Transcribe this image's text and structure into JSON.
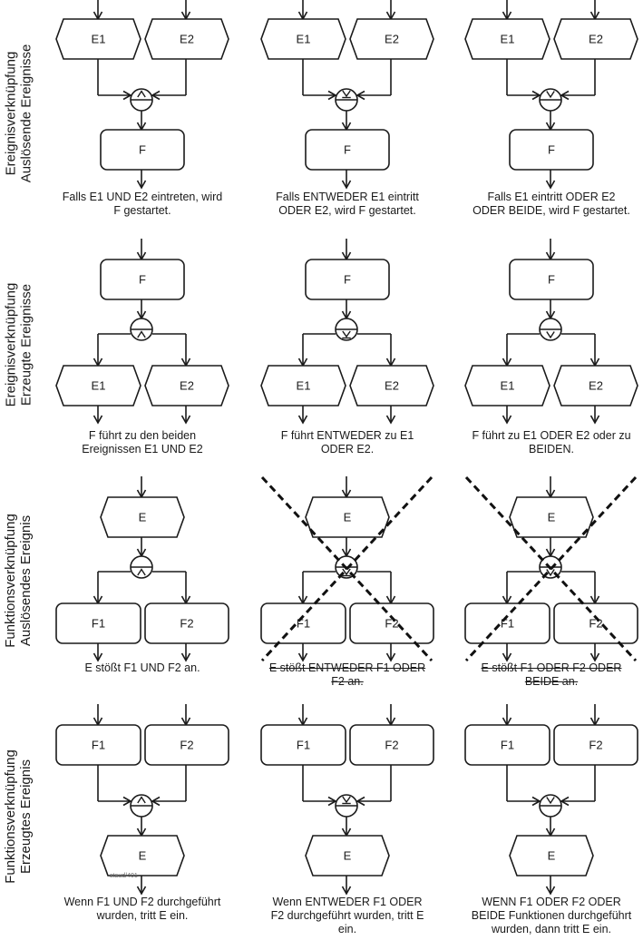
{
  "diagram": {
    "title": "EPK Verknüpfungsregeln",
    "watermark": "staud/401",
    "colors": {
      "stroke": "#1a1a1a",
      "fill": "#ffffff",
      "cross": "#111111"
    },
    "rows": [
      {
        "id": "row1",
        "label_line1": "Ereignisverknüpfung",
        "label_line2": "Auslösende Ereignisse",
        "cells": [
          {
            "type": "join",
            "top": [
              "E1",
              "E2"
            ],
            "top_shape": "event",
            "bottom": "F",
            "bottom_shape": "function",
            "operator": "AND",
            "operator_symbol": "^",
            "caption": "Falls E1 UND E2 eintreten, wird F gestartet.",
            "caption_line1": "Falls E1 UND E2 eintreten, wird",
            "caption_line2": "F gestartet.",
            "caption_line3": "",
            "crossed": false
          },
          {
            "type": "join",
            "top": [
              "E1",
              "E2"
            ],
            "top_shape": "event",
            "bottom": "F",
            "bottom_shape": "function",
            "operator": "XOR",
            "operator_symbol": "⊻",
            "caption_line1": "Falls ENTWEDER E1 eintritt",
            "caption_line2": "ODER E2, wird F gestartet.",
            "caption_line3": "",
            "crossed": false
          },
          {
            "type": "join",
            "top": [
              "E1",
              "E2"
            ],
            "top_shape": "event",
            "bottom": "F",
            "bottom_shape": "function",
            "operator": "OR",
            "operator_symbol": "v",
            "caption_line1": "Falls E1 eintritt ODER E2",
            "caption_line2": "ODER BEIDE, wird F gestartet.",
            "caption_line3": "",
            "crossed": false
          }
        ]
      },
      {
        "id": "row2",
        "label_line1": "Ereignisverknüpfung",
        "label_line2": "Erzeugte Ereignisse",
        "cells": [
          {
            "type": "split",
            "top": "F",
            "top_shape": "function",
            "bottom": [
              "E1",
              "E2"
            ],
            "bottom_shape": "event",
            "operator": "AND",
            "operator_symbol": "^",
            "caption_line1": "F führt zu den beiden",
            "caption_line2": "Ereignissen E1 UND E2",
            "caption_line3": "",
            "crossed": false
          },
          {
            "type": "split",
            "top": "F",
            "top_shape": "function",
            "bottom": [
              "E1",
              "E2"
            ],
            "bottom_shape": "event",
            "operator": "XOR",
            "operator_symbol": "⊻",
            "caption_line1": "F führt ENTWEDER zu E1",
            "caption_line2": "ODER E2.",
            "caption_line3": "",
            "crossed": false
          },
          {
            "type": "split",
            "top": "F",
            "top_shape": "function",
            "bottom": [
              "E1",
              "E2"
            ],
            "bottom_shape": "event",
            "operator": "OR",
            "operator_symbol": "v",
            "caption_line1": "F führt zu E1 ODER E2 oder zu",
            "caption_line2": "BEIDEN.",
            "caption_line3": "",
            "crossed": false
          }
        ]
      },
      {
        "id": "row3",
        "label_line1": "Funktionsverknüpfung",
        "label_line2": "Auslösendes Ereignis",
        "cells": [
          {
            "type": "split",
            "top": "E",
            "top_shape": "event",
            "bottom": [
              "F1",
              "F2"
            ],
            "bottom_shape": "function",
            "operator": "AND",
            "operator_symbol": "^",
            "caption_line1": "E stößt F1 UND F2 an.",
            "caption_line2": "",
            "caption_line3": "",
            "crossed": false
          },
          {
            "type": "split",
            "top": "E",
            "top_shape": "event",
            "bottom": [
              "F1",
              "F2"
            ],
            "bottom_shape": "function",
            "operator": "XOR",
            "operator_symbol": "⊻",
            "caption_line1": "E stößt ENTWEDER F1 ODER",
            "caption_line2": "F2 an.",
            "caption_line3": "",
            "crossed": true
          },
          {
            "type": "split",
            "top": "E",
            "top_shape": "event",
            "bottom": [
              "F1",
              "F2"
            ],
            "bottom_shape": "function",
            "operator": "OR",
            "operator_symbol": "v",
            "caption_line1": "E stößt F1 ODER F2 ODER",
            "caption_line2": "BEIDE an.",
            "caption_line3": "",
            "crossed": true
          }
        ]
      },
      {
        "id": "row4",
        "label_line1": "Funktionsverknüpfung",
        "label_line2": "Erzeugtes Ereignis",
        "cells": [
          {
            "type": "join",
            "top": [
              "F1",
              "F2"
            ],
            "top_shape": "function",
            "bottom": "E",
            "bottom_shape": "event",
            "operator": "AND",
            "operator_symbol": "^",
            "caption_line1": "Wenn F1 UND F2 durchgeführt",
            "caption_line2": "wurden, tritt E ein.",
            "caption_line3": "",
            "crossed": false
          },
          {
            "type": "join",
            "top": [
              "F1",
              "F2"
            ],
            "top_shape": "function",
            "bottom": "E",
            "bottom_shape": "event",
            "operator": "XOR",
            "operator_symbol": "⊻",
            "caption_line1": "Wenn ENTWEDER F1 ODER",
            "caption_line2": "F2 durchgeführt wurden, tritt E",
            "caption_line3": "ein.",
            "crossed": false
          },
          {
            "type": "join",
            "top": [
              "F1",
              "F2"
            ],
            "top_shape": "function",
            "bottom": "E",
            "bottom_shape": "event",
            "operator": "OR",
            "operator_symbol": "v",
            "caption_line1": "WENN F1 ODER F2 ODER",
            "caption_line2": "BEIDE Funktionen durchgeführt",
            "caption_line3": "wurden, dann tritt E ein.",
            "crossed": false
          }
        ]
      }
    ]
  }
}
